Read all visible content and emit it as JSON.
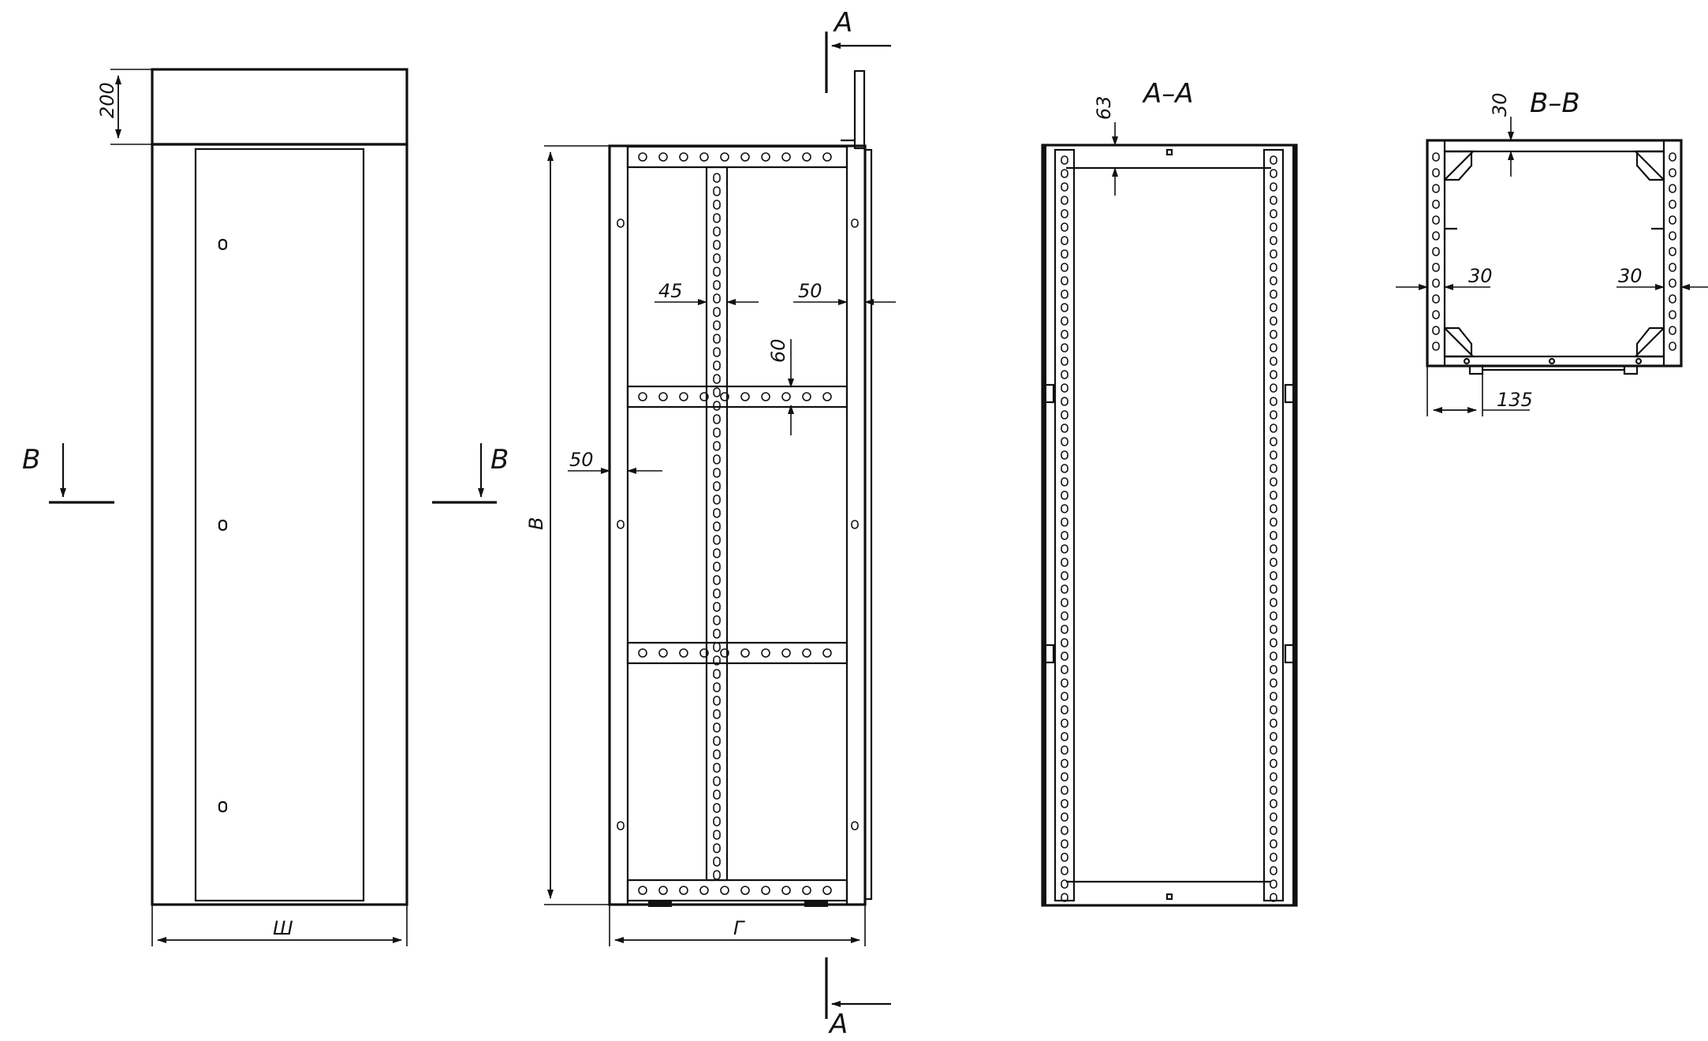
{
  "front_view": {
    "top_height": "200",
    "width_label": "Ш"
  },
  "side_view": {
    "height_label": "В",
    "depth_label": "Г",
    "dim_45": "45",
    "dim_50_right": "50",
    "dim_60": "60",
    "dim_50_left": "50"
  },
  "section_marks": {
    "a_top": "А",
    "a_bottom": "А",
    "b_left": "В",
    "b_right": "В"
  },
  "section_aa": {
    "title": "А–А",
    "dim_63": "63"
  },
  "section_bb": {
    "title": "В–В",
    "dim_30_top": "30",
    "dim_30_left": "30",
    "dim_30_right": "30",
    "dim_135": "135"
  }
}
